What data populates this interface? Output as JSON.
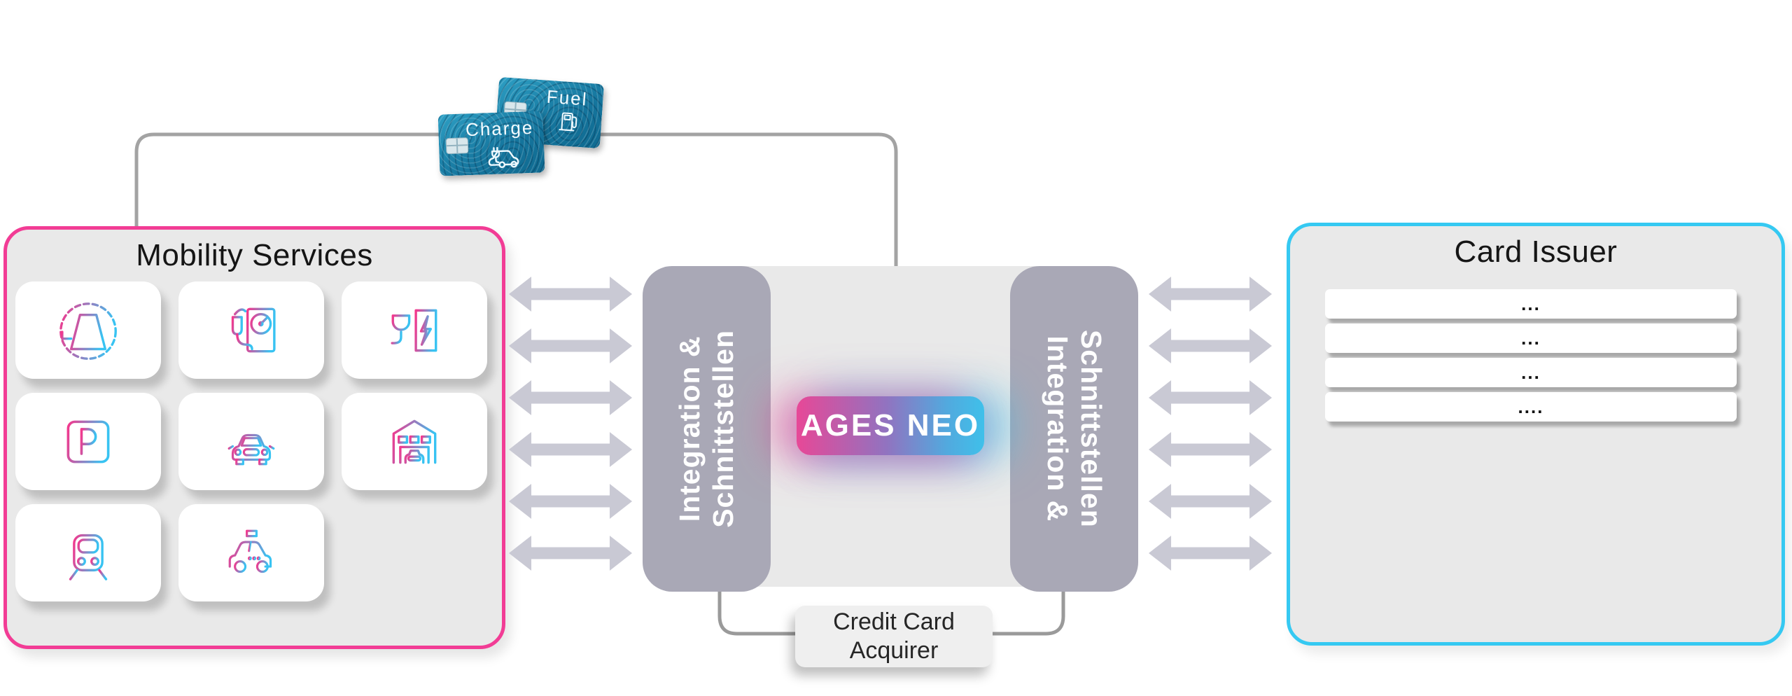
{
  "diagram": {
    "mobility": {
      "title": "Mobility Services",
      "tiles": [
        {
          "icon": "transit-route-icon"
        },
        {
          "icon": "ev-charging-station-icon"
        },
        {
          "icon": "plug-power-icon"
        },
        {
          "icon": "parking-icon"
        },
        {
          "icon": "car-wash-icon"
        },
        {
          "icon": "garage-icon"
        },
        {
          "icon": "train-icon"
        },
        {
          "icon": "taxi-icon"
        }
      ]
    },
    "payment_cards": [
      {
        "label": "Fuel",
        "icon": "fuel-pump-icon"
      },
      {
        "label": "Charge",
        "icon": "ev-car-plug-icon"
      }
    ],
    "integration_left": {
      "line1": "Integration &",
      "line2": "Schnittstellen"
    },
    "integration_right": {
      "line1": "Integration &",
      "line2": "Schnittstellen"
    },
    "core": {
      "label": "AGES NEO"
    },
    "acquirer": {
      "line1": "Credit Card",
      "line2": "Acquirer"
    },
    "card_issuer": {
      "title": "Card Issuer",
      "rows": [
        "...",
        "...",
        "...",
        "...."
      ]
    },
    "colors": {
      "mobility_border": "#f23c95",
      "issuer_border": "#35c9f2",
      "integration_bar": "#a9a8b6",
      "arrow": "#c9c9d4",
      "core_gradient_start": "#e74897",
      "core_gradient_end": "#3fc0ea",
      "connector_line": "#a3a3a3",
      "panel_bg": "#e9e9e9"
    }
  }
}
